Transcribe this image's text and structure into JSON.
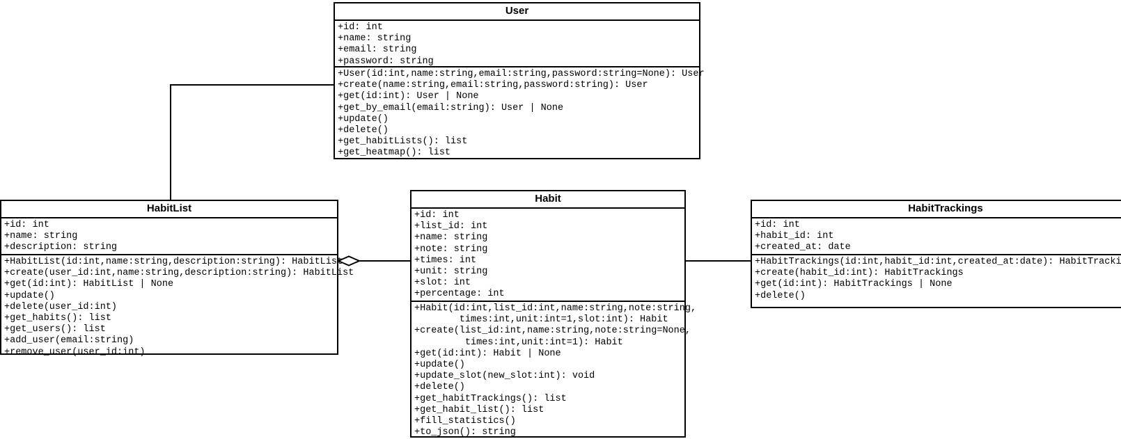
{
  "diagram": {
    "type": "uml-class-diagram",
    "background_color": "#ffffff",
    "line_color": "#000000",
    "box_fill_color": "#ffffff",
    "text_color": "#000000",
    "classes": [
      {
        "name": "User",
        "attributes": [
          "+id: int",
          "+name: string",
          "+email: string",
          "+password: string"
        ],
        "methods": [
          "+User(id:int,name:string,email:string,password:string=None): User",
          "+create(name:string,email:string,password:string): User",
          "+get(id:int): User | None",
          "+get_by_email(email:string): User | None",
          "+update()",
          "+delete()",
          "+get_habitLists(): list",
          "+get_heatmap(): list"
        ]
      },
      {
        "name": "HabitList",
        "attributes": [
          "+id: int",
          "+name: string",
          "+description: string"
        ],
        "methods": [
          "+HabitList(id:int,name:string,description:string): HabitList",
          "+create(user_id:int,name:string,description:string): HabitList",
          "+get(id:int): HabitList | None",
          "+update()",
          "+delete(user_id:int)",
          "+get_habits(): list",
          "+get_users(): list",
          "+add_user(email:string)",
          "+remove_user(user_id:int)"
        ]
      },
      {
        "name": "Habit",
        "attributes": [
          "+id: int",
          "+list_id: int",
          "+name: string",
          "+note: string",
          "+times: int",
          "+unit: string",
          "+slot: int",
          "+percentage: int"
        ],
        "methods": [
          "+Habit(id:int,list_id:int,name:string,note:string,",
          "        times:int,unit:int=1,slot:int): Habit",
          "+create(list_id:int,name:string,note:string=None,",
          "         times:int,unit:int=1): Habit",
          "+get(id:int): Habit | None",
          "+update()",
          "+update_slot(new_slot:int): void",
          "+delete()",
          "+get_habitTrackings(): list",
          "+get_habit_list(): list",
          "+fill_statistics()",
          "+to_json(): string"
        ]
      },
      {
        "name": "HabitTrackings",
        "attributes": [
          "+id: int",
          "+habit_id: int",
          "+created_at: date"
        ],
        "methods": [
          "+HabitTrackings(id:int,habit_id:int,created_at:date): HabitTrackings",
          "+create(habit_id:int): HabitTrackings",
          "+get(id:int): HabitTrackings | None",
          "+delete()"
        ]
      }
    ],
    "relationships": [
      {
        "from": "User",
        "to": "HabitList",
        "type": "association"
      },
      {
        "from": "HabitList",
        "to": "Habit",
        "type": "aggregation",
        "diamond_at": "HabitList"
      },
      {
        "from": "Habit",
        "to": "HabitTrackings",
        "type": "association"
      }
    ]
  }
}
